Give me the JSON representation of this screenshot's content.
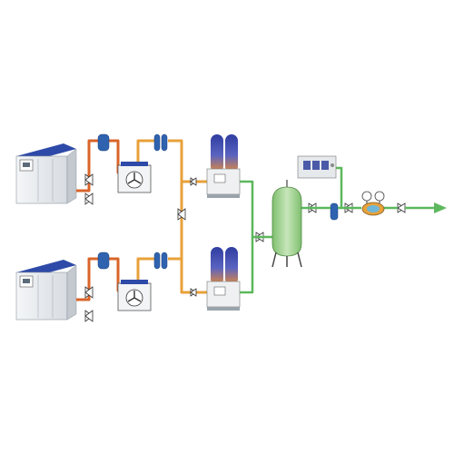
{
  "diagram": {
    "kind": "compressed air system schematic",
    "components": [
      {
        "id": "compressor-1",
        "type": "air-compressor-cabinet"
      },
      {
        "id": "compressor-2",
        "type": "air-compressor-cabinet"
      },
      {
        "id": "dryer-1",
        "type": "refrigerated-air-dryer"
      },
      {
        "id": "dryer-2",
        "type": "refrigerated-air-dryer"
      },
      {
        "id": "filter-pair-1",
        "type": "inline-filters"
      },
      {
        "id": "filter-pair-2",
        "type": "inline-filters"
      },
      {
        "id": "adsorption-dryer-1",
        "type": "twin-tower-adsorption-dryer"
      },
      {
        "id": "adsorption-dryer-2",
        "type": "twin-tower-adsorption-dryer"
      },
      {
        "id": "receiver-tank",
        "type": "vertical-air-receiver"
      },
      {
        "id": "control-panel",
        "type": "monitoring-controller"
      },
      {
        "id": "pressure-regulator",
        "type": "regulator-with-gauges"
      },
      {
        "id": "outlet-arrow",
        "type": "flow-direction"
      }
    ],
    "colors": {
      "hot_pipe": "#d9642a",
      "warm_pipe": "#e8a13a",
      "clean_pipe": "#5cb85c",
      "cabinet_top": "#2e4aa8",
      "cabinet_body": "#e9ecef",
      "tank": "#9ccf8f",
      "filter": "#2f63b0",
      "tower": "#3b4aa8"
    }
  }
}
